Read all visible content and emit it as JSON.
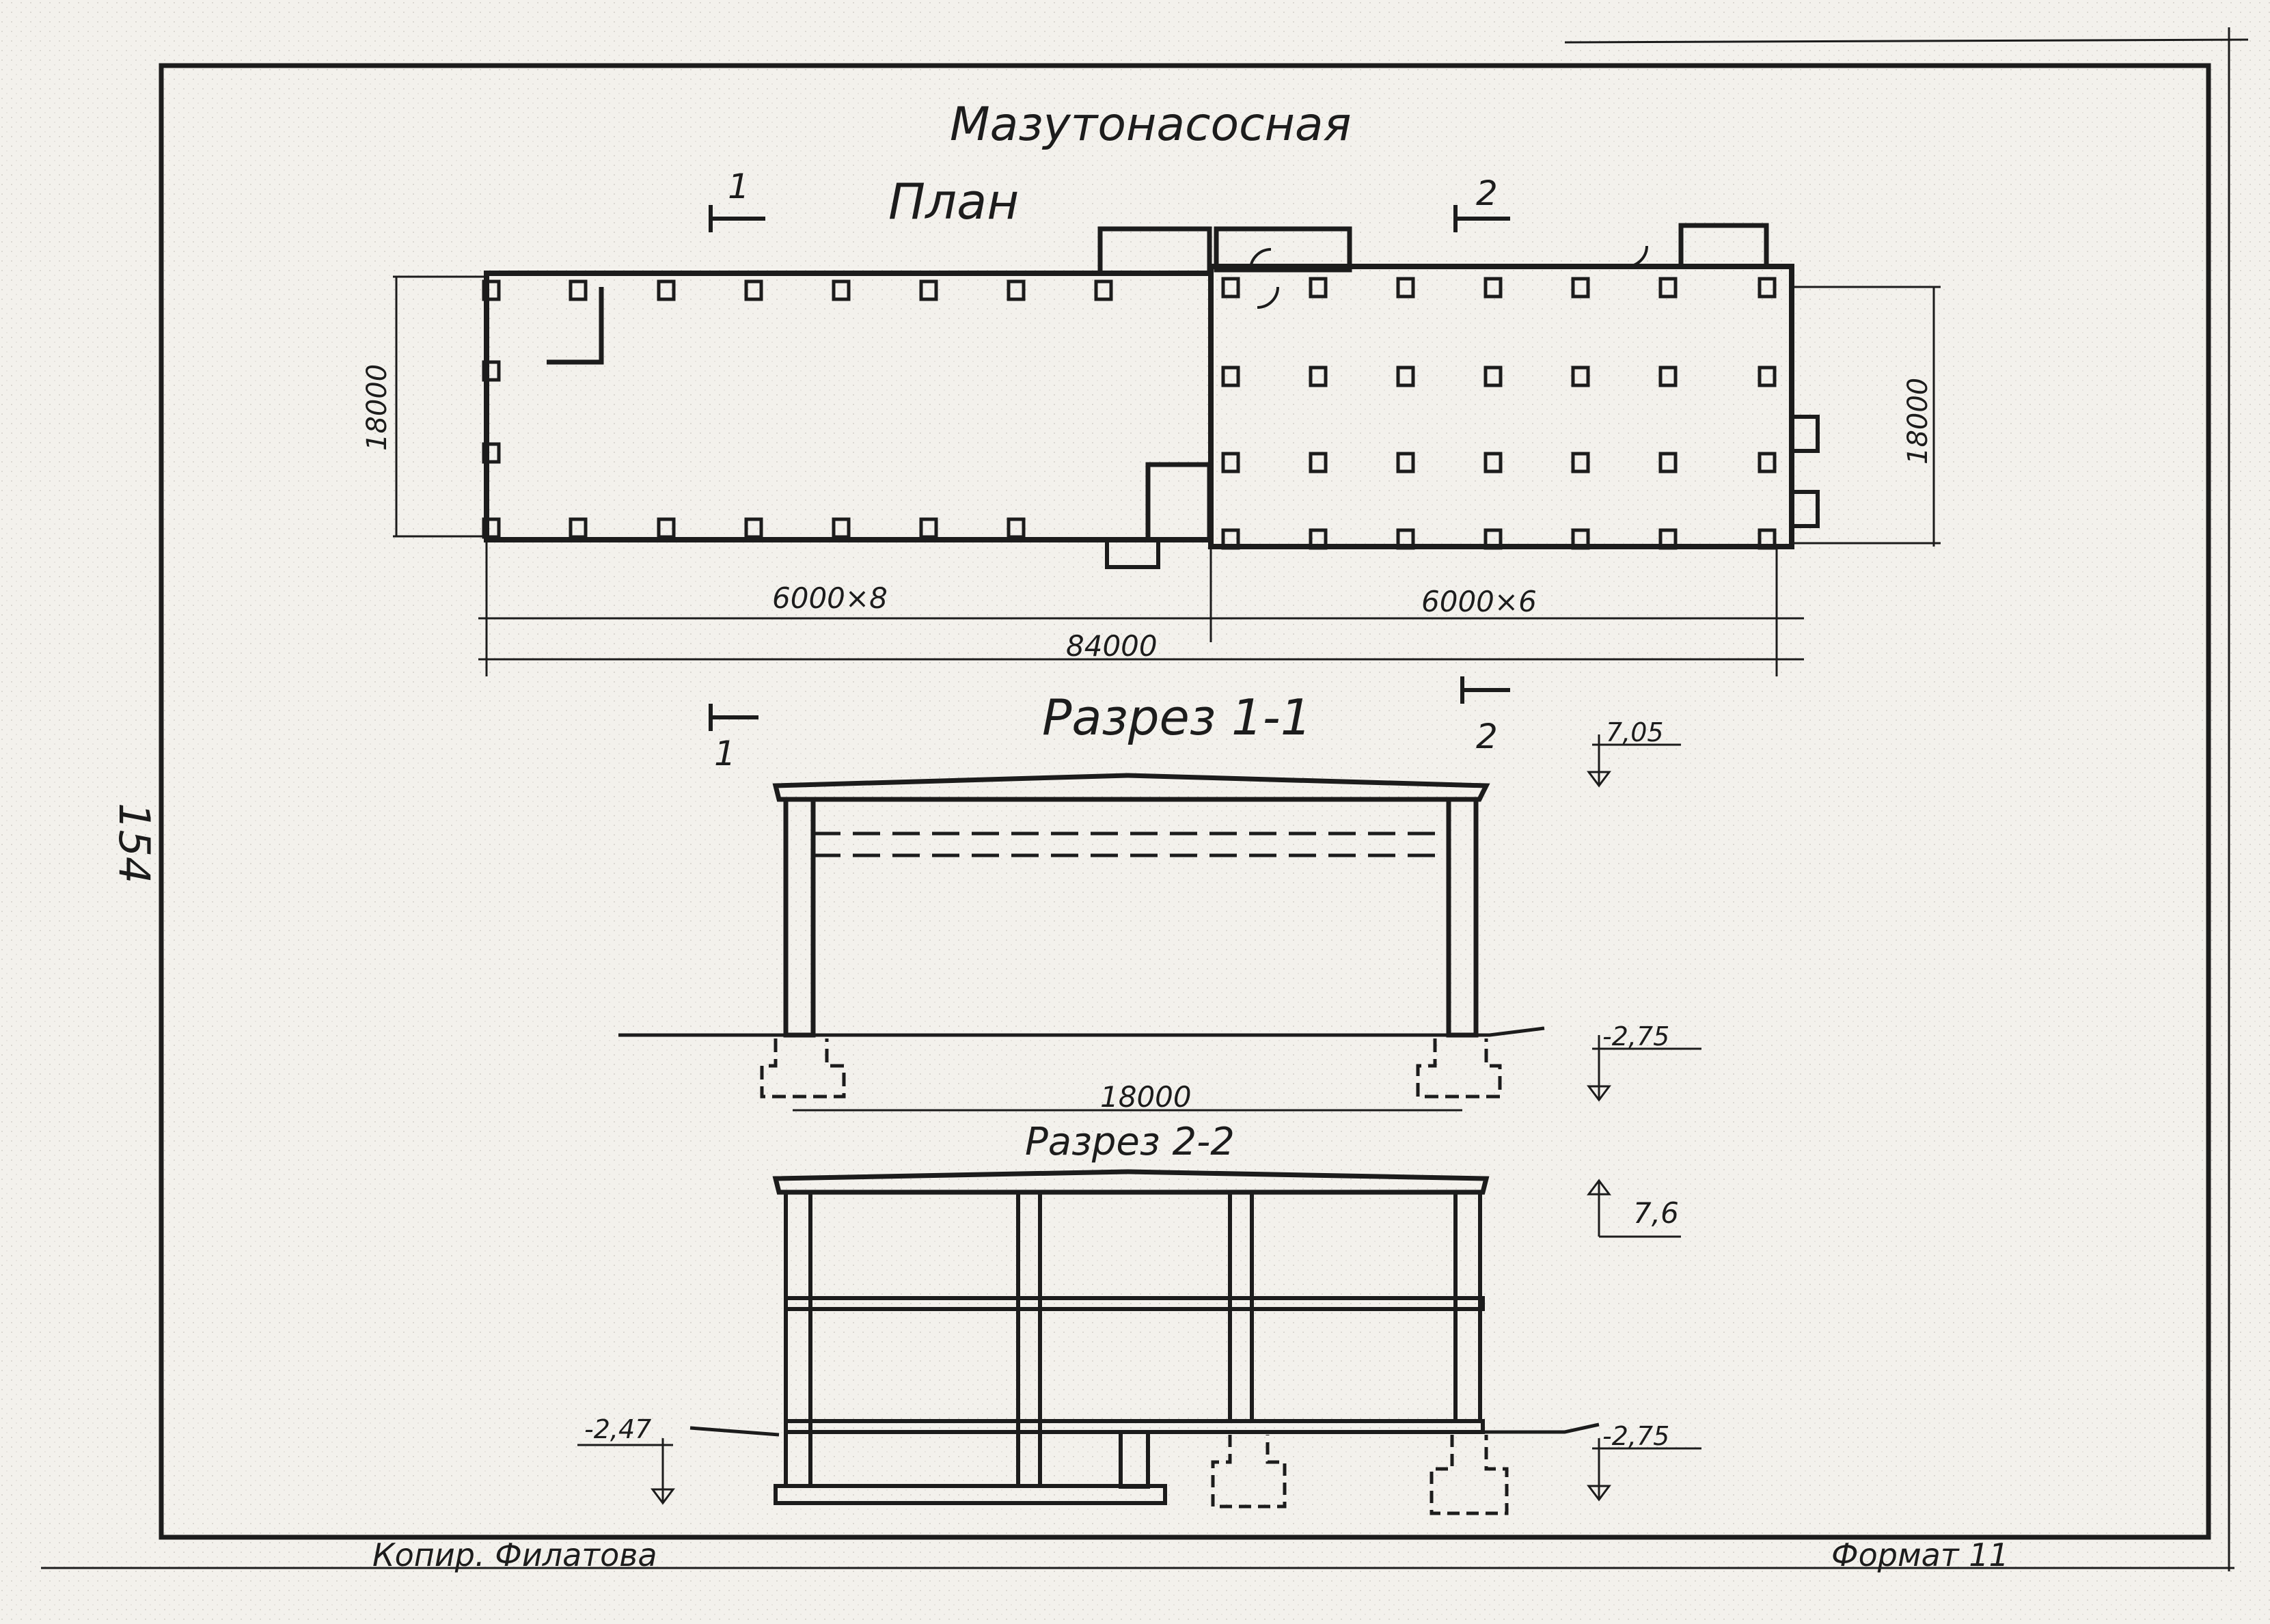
{
  "drawing": {
    "title": "Мазутонасосная",
    "plan_label": "План",
    "section_1_label": "Разрез 1-1",
    "section_2_label": "Разрез 2-2",
    "page_number": "154",
    "copier": "Копир. Филатова",
    "format": "Формат 11"
  },
  "plan": {
    "cut_marks": [
      "1",
      "2",
      "1",
      "2"
    ],
    "dim_width_left": "18000",
    "dim_width_right": "18000",
    "dim_span_left": "6000×8",
    "dim_span_right": "6000×6",
    "dim_total": "84000"
  },
  "section_1": {
    "level_top": "7,05",
    "level_ground": "-2,75",
    "span": "18000"
  },
  "section_2": {
    "level_top": "7,6",
    "level_ground_left": "-2,47",
    "level_ground_right": "-2,75"
  },
  "colors": {
    "ink": "#1c1c1c",
    "paper": "#f3f1ec"
  }
}
